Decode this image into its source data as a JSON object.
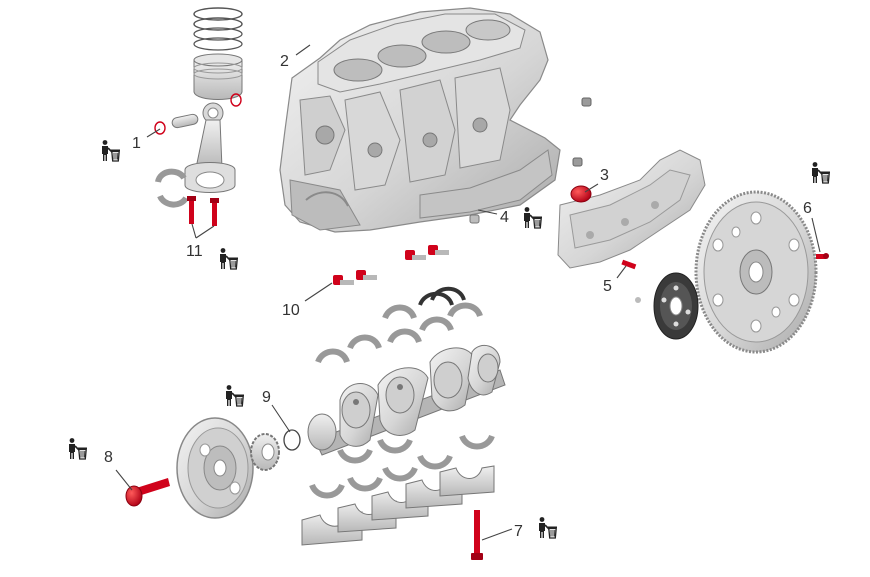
{
  "colors": {
    "background": "#ffffff",
    "part_light": "#e9e9e9",
    "part_mid": "#c9c9c9",
    "part_dark": "#9a9a9a",
    "part_outline": "#7c7c7c",
    "replace_part": "#d0021b",
    "leader_line": "#444444",
    "label_text": "#333333"
  },
  "icons": {
    "replace_symbol": "person-with-trash-bin-icon"
  },
  "callouts": [
    {
      "id": "1",
      "label": "1"
    },
    {
      "id": "2",
      "label": "2"
    },
    {
      "id": "3",
      "label": "3"
    },
    {
      "id": "4",
      "label": "4"
    },
    {
      "id": "5",
      "label": "5"
    },
    {
      "id": "6",
      "label": "6"
    },
    {
      "id": "7",
      "label": "7"
    },
    {
      "id": "8",
      "label": "8"
    },
    {
      "id": "9",
      "label": "9"
    },
    {
      "id": "10",
      "label": "10"
    },
    {
      "id": "11",
      "label": "11"
    }
  ]
}
